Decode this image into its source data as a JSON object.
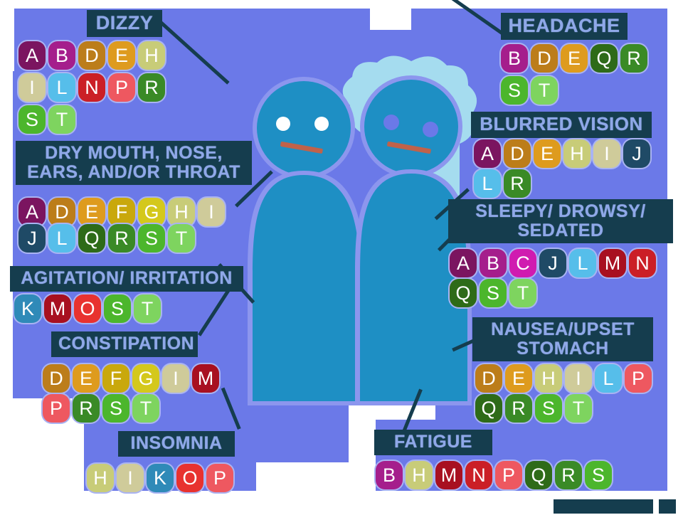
{
  "meta": {
    "title": "Common Medication Side Effects Infographic",
    "panel_color": "#6B79E8",
    "label_bg": "#153D4E",
    "label_text_color": "#8FA8E8",
    "figure_color": "#1E8FC4",
    "figure_outline": "#8C96EE",
    "hair_color": "#A5DCEF",
    "mouth_color": "#C0624A"
  },
  "letter_colors": {
    "A": "#7B1560",
    "B": "#A51E8C",
    "C": "#D01BB0",
    "D": "#BC7D1A",
    "E": "#DE9B1E",
    "F": "#C9A80C",
    "G": "#D4C81C",
    "H": "#C8CC78",
    "I": "#CFCB9A",
    "J": "#1F4A66",
    "K": "#2F8AB8",
    "L": "#56BEEA",
    "M": "#A81020",
    "N": "#CB1F26",
    "O": "#E8322F",
    "P": "#EE5860",
    "Q": "#2E6B18",
    "R": "#3A8A26",
    "S": "#4CB62C",
    "T": "#7ED45F"
  },
  "sections": [
    {
      "id": "dizzy",
      "label": "DIZZY",
      "rows": [
        [
          "A",
          "B",
          "D",
          "E",
          "H"
        ],
        [
          "I",
          "L",
          "N",
          "P",
          "R"
        ],
        [
          "S",
          "T"
        ]
      ]
    },
    {
      "id": "headache",
      "label": "HEADACHE",
      "rows": [
        [
          "B",
          "D",
          "E",
          "Q",
          "R"
        ],
        [
          "S",
          "T"
        ]
      ]
    },
    {
      "id": "dry-mouth",
      "label": "DRY MOUTH, NOSE, EARS, AND/OR THROAT",
      "rows": [
        [
          "A",
          "D",
          "E",
          "F",
          "G",
          "H",
          "I"
        ],
        [
          "J",
          "L",
          "Q",
          "R",
          "S",
          "T"
        ]
      ]
    },
    {
      "id": "blurred-vision",
      "label": "BLURRED VISION",
      "rows": [
        [
          "A",
          "D",
          "E",
          "H",
          "I",
          "J"
        ],
        [
          "L",
          "R"
        ]
      ]
    },
    {
      "id": "agitation",
      "label": "AGITATION/ IRRITATION",
      "rows": [
        [
          "K",
          "M",
          "O",
          "S",
          "T"
        ]
      ]
    },
    {
      "id": "sleepy",
      "label": "SLEEPY/ DROWSY/ SEDATED",
      "rows": [
        [
          "A",
          "B",
          "C",
          "J",
          "L",
          "M",
          "N"
        ],
        [
          "Q",
          "S",
          "T"
        ]
      ]
    },
    {
      "id": "constipation",
      "label": "CONSTIPATION",
      "rows": [
        [
          "D",
          "E",
          "F",
          "G",
          "I",
          "M"
        ],
        [
          "P",
          "R",
          "S",
          "T"
        ]
      ]
    },
    {
      "id": "nausea",
      "label": "NAUSEA/UPSET STOMACH",
      "rows": [
        [
          "D",
          "E",
          "H",
          "I",
          "L",
          "P"
        ],
        [
          "Q",
          "R",
          "S",
          "T"
        ]
      ]
    },
    {
      "id": "insomnia",
      "label": "INSOMNIA",
      "rows": [
        [
          "H",
          "I",
          "K",
          "O",
          "P"
        ]
      ]
    },
    {
      "id": "fatigue",
      "label": "FATIGUE",
      "rows": [
        [
          "B",
          "H",
          "M",
          "N",
          "P",
          "Q",
          "R",
          "S"
        ]
      ]
    }
  ]
}
